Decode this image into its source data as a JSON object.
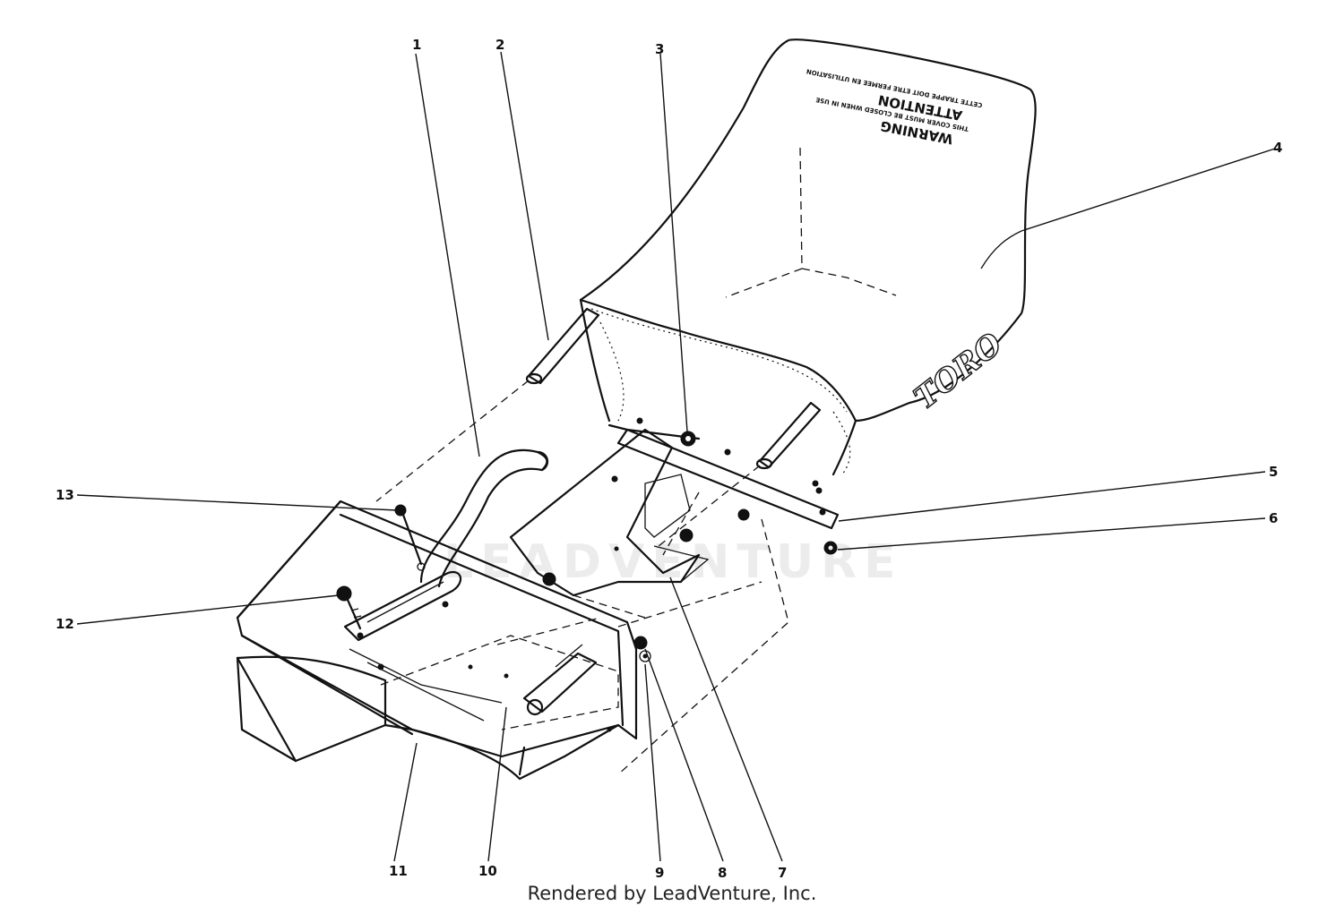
{
  "callouts": [
    {
      "label": "1"
    },
    {
      "label": "2"
    },
    {
      "label": "3"
    },
    {
      "label": "4"
    },
    {
      "label": "5"
    },
    {
      "label": "6"
    },
    {
      "label": "7"
    },
    {
      "label": "8"
    },
    {
      "label": "9"
    },
    {
      "label": "10"
    },
    {
      "label": "11"
    },
    {
      "label": "12"
    },
    {
      "label": "13"
    }
  ],
  "bag_label": {
    "line1": "WARNING",
    "line2": "THIS COVER MUST BE CLOSED WHEN IN USE",
    "line3": "ATTENTION",
    "line4": "CETTE TRAPPE DOIT ETRE FERMEE EN UTILISATION"
  },
  "brand": "TORO",
  "watermark": "LEADVENTURE",
  "credit": "Rendered by LeadVenture, Inc."
}
